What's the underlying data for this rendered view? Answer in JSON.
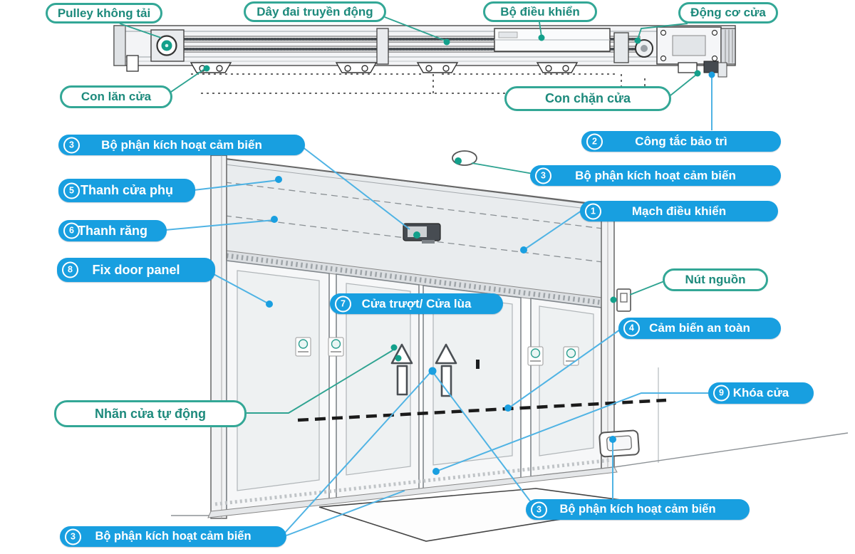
{
  "figure": {
    "title": "Automatic sliding door components diagram",
    "language": "Vietnamese"
  },
  "colors": {
    "label_solid_bg": "#189fe0",
    "label_solid_text": "#ffffff",
    "label_outline_border": "#33a796",
    "label_outline_text": "#1d8a7c",
    "leader_blue": "#4fb3e4",
    "leader_teal": "#2ea391",
    "dot_blue": "#1a9fe0",
    "dot_teal": "#13a08b",
    "drawing_stroke": "#60666c"
  },
  "labels": {
    "idle_pulley": {
      "text": "Pulley không tải"
    },
    "drive_belt": {
      "text": "Dây đai truyền động"
    },
    "controller": {
      "text": "Bộ điều khiển"
    },
    "door_motor": {
      "text": "Động cơ cửa"
    },
    "door_roller": {
      "text": "Con lăn cửa"
    },
    "door_stopper": {
      "text": "Con chặn cửa"
    },
    "maintenance_switch": {
      "number": "2",
      "text": "Công tắc bảo trì"
    },
    "sensor_activator": {
      "number": "3",
      "text": "Bộ phận kích hoạt cảm biến"
    },
    "control_circuit": {
      "number": "1",
      "text": "Mạch điều khiển"
    },
    "secondary_door_bar": {
      "number": "5",
      "text": "Thanh cửa phụ"
    },
    "rack_bar": {
      "number": "6",
      "text": "Thanh răng"
    },
    "fix_door_panel": {
      "number": "8",
      "text": "Fix door panel"
    },
    "power_button": {
      "text": "Nút nguồn"
    },
    "sliding_door": {
      "number": "7",
      "text": "Cửa trượt/ Cửa lùa"
    },
    "safety_sensor": {
      "number": "4",
      "text": "Cảm biến an toàn"
    },
    "door_lock": {
      "number": "9",
      "text": "Khóa cửa"
    },
    "auto_door_sticker": {
      "text": "Nhãn cửa tự động"
    }
  }
}
